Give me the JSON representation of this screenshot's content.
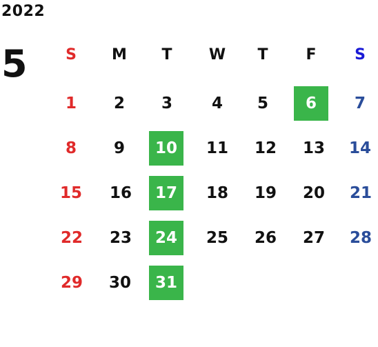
{
  "calendar": {
    "year": "2022",
    "month": "5",
    "weekdays": [
      "S",
      "M",
      "T",
      "W",
      "T",
      "F",
      "S"
    ],
    "highlight_color": "#3ab54a",
    "sunday_color": "#e02a2a",
    "saturday_header_color": "#1a1ad6",
    "saturday_color": "#2a4d9a",
    "weeks": [
      [
        {
          "day": "1",
          "highlighted": false
        },
        {
          "day": "2",
          "highlighted": false
        },
        {
          "day": "3",
          "highlighted": false
        },
        {
          "day": "4",
          "highlighted": false
        },
        {
          "day": "5",
          "highlighted": false
        },
        {
          "day": "6",
          "highlighted": true
        },
        {
          "day": "7",
          "highlighted": false
        }
      ],
      [
        {
          "day": "8",
          "highlighted": false
        },
        {
          "day": "9",
          "highlighted": false
        },
        {
          "day": "10",
          "highlighted": true
        },
        {
          "day": "11",
          "highlighted": false
        },
        {
          "day": "12",
          "highlighted": false
        },
        {
          "day": "13",
          "highlighted": false
        },
        {
          "day": "14",
          "highlighted": false
        }
      ],
      [
        {
          "day": "15",
          "highlighted": false
        },
        {
          "day": "16",
          "highlighted": false
        },
        {
          "day": "17",
          "highlighted": true
        },
        {
          "day": "18",
          "highlighted": false
        },
        {
          "day": "19",
          "highlighted": false
        },
        {
          "day": "20",
          "highlighted": false
        },
        {
          "day": "21",
          "highlighted": false
        }
      ],
      [
        {
          "day": "22",
          "highlighted": false
        },
        {
          "day": "23",
          "highlighted": false
        },
        {
          "day": "24",
          "highlighted": true
        },
        {
          "day": "25",
          "highlighted": false
        },
        {
          "day": "26",
          "highlighted": false
        },
        {
          "day": "27",
          "highlighted": false
        },
        {
          "day": "28",
          "highlighted": false
        }
      ],
      [
        {
          "day": "29",
          "highlighted": false
        },
        {
          "day": "30",
          "highlighted": false
        },
        {
          "day": "31",
          "highlighted": true
        }
      ]
    ]
  }
}
